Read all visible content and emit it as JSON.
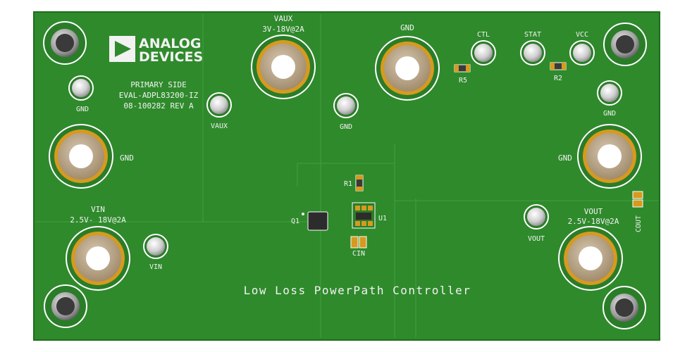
{
  "brand": {
    "name_line1": "ANALOG",
    "name_line2": "DEVICES"
  },
  "silkscreen": {
    "side": "PRIMARY SIDE",
    "part_number": "EVAL-ADPL83200-IZ",
    "revision": "08-100282 REV A",
    "subtitle": "Low Loss PowerPath Controller"
  },
  "terminals": {
    "vaux_label1": "VAUX",
    "vaux_label2": "3V-18V@2A",
    "gnd_top": "GND",
    "gnd_left": "GND",
    "gnd_right": "GND",
    "vin_label1": "VIN",
    "vin_label2": "2.5V- 18V@2A",
    "vout_label1": "VOUT",
    "vout_label2": "2.5V-18V@2A"
  },
  "testpoints": {
    "ctl": "CTL",
    "stat": "STAT",
    "vcc": "VCC",
    "gnd_a": "GND",
    "gnd_b": "GND",
    "gnd_c": "GND",
    "vaux": "VAUX",
    "vin": "VIN",
    "vout": "VOUT"
  },
  "components": {
    "r5": "R5",
    "r2": "R2",
    "r1": "R1",
    "q1": "Q1",
    "u1": "U1",
    "cin": "CIN",
    "cout": "COUT"
  },
  "colors": {
    "board": "#2f8a2c",
    "board_edge": "#1f6e1f",
    "copper_ring": "#d79a1e",
    "terminal_body": "#bfa98a",
    "silkscreen": "#f2f2f2"
  }
}
